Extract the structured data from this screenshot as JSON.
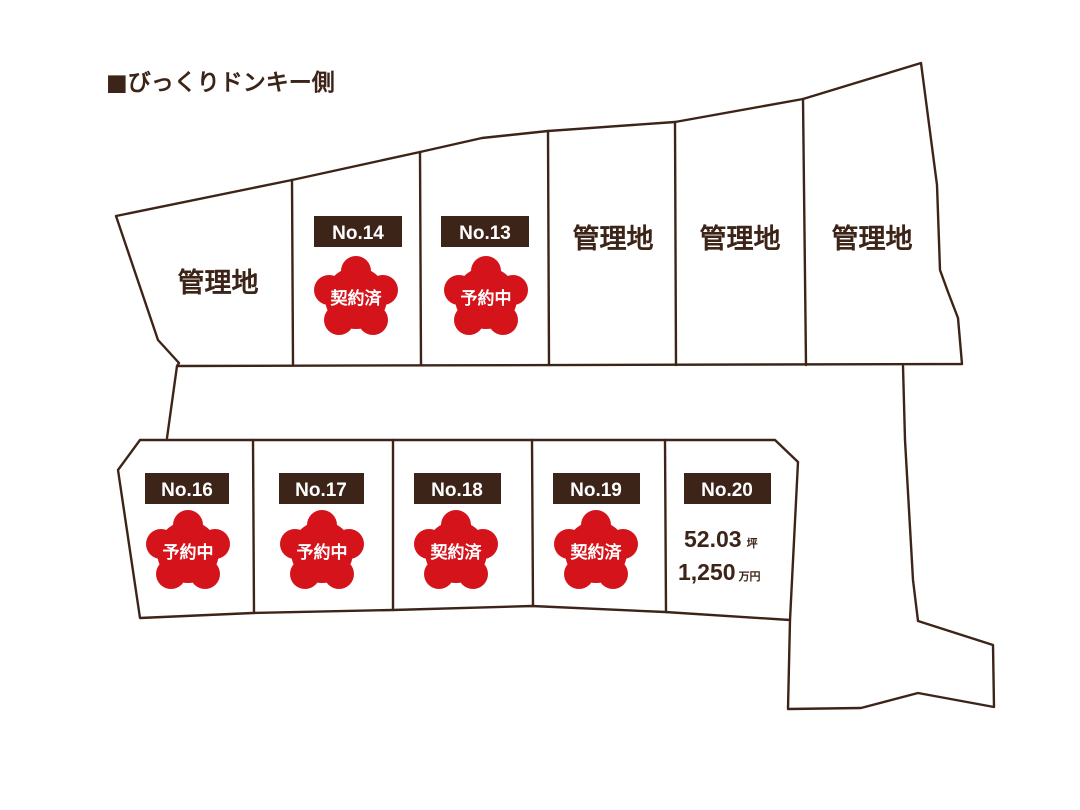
{
  "title": "■びっくりドンキー側",
  "colors": {
    "line": "#3d2418",
    "badge": "#3d2418",
    "stamp_red": "#d5131b",
    "background": "#ffffff"
  },
  "upper_row": [
    {
      "label": "管理地"
    },
    {
      "number": "No.14",
      "status": "契約済"
    },
    {
      "number": "No.13",
      "status": "予約中"
    },
    {
      "label": "管理地"
    },
    {
      "label": "管理地"
    },
    {
      "label": "管理地"
    }
  ],
  "lower_row": [
    {
      "number": "No.16",
      "status": "予約中"
    },
    {
      "number": "No.17",
      "status": "予約中"
    },
    {
      "number": "No.18",
      "status": "契約済"
    },
    {
      "number": "No.19",
      "status": "契約済"
    },
    {
      "number": "No.20",
      "area_value": "52.03",
      "area_unit": "坪",
      "price_value": "1,250",
      "price_unit": "万円"
    }
  ]
}
